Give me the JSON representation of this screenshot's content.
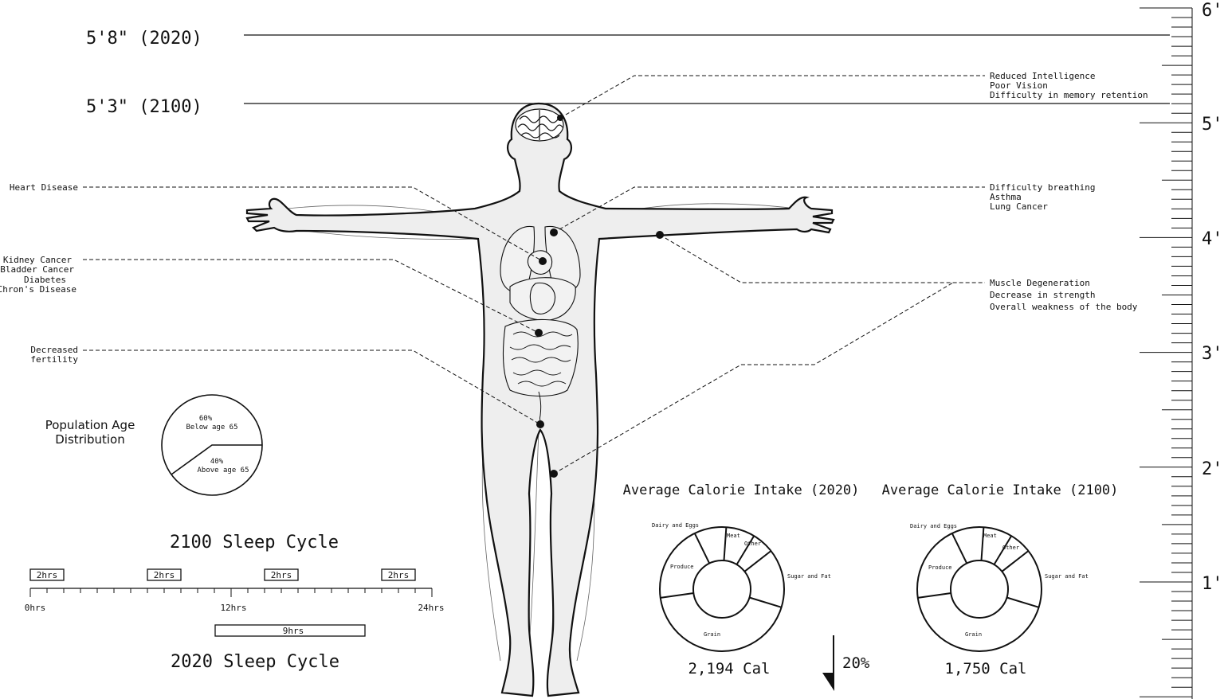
{
  "heights": {
    "h2020": "5'8\" (2020)",
    "h2100": "5'3\" (2100)"
  },
  "ruler": {
    "labels": [
      "6'",
      "5'",
      "4'",
      "3'",
      "2'",
      "1'"
    ]
  },
  "annotations": {
    "brain": [
      "Reduced Intelligence",
      "Poor Vision",
      "Difficulty in memory retention"
    ],
    "lungs": [
      "Difficulty breathing",
      "Asthma",
      "Lung Cancer"
    ],
    "muscle": [
      "Muscle Degeneration",
      "Decrease in strength",
      "Overall weakness of the body"
    ],
    "heart": [
      "Heart Disease"
    ],
    "kidney": [
      "Kidney Cancer",
      "Bladder Cancer",
      "Diabetes",
      "Chron's Disease"
    ],
    "fertility": [
      "Decreased",
      "fertility"
    ]
  },
  "population": {
    "title_line1": "Population Age",
    "title_line2": "Distribution",
    "below_pct": "60%",
    "below_label": "Below age 65",
    "above_pct": "40%",
    "above_label": "Above age 65"
  },
  "sleep": {
    "title_2100": "2100 Sleep Cycle",
    "title_2020": "2020 Sleep Cycle",
    "naps": [
      "2hrs",
      "2hrs",
      "2hrs",
      "2hrs"
    ],
    "axis_labels": [
      "0hrs",
      "12hrs",
      "24hrs"
    ],
    "sleep_2020": "9hrs"
  },
  "calories": {
    "title_2020": "Average Calorie Intake (2020)",
    "title_2100": "Average Calorie Intake (2100)",
    "total_2020": "2,194 Cal",
    "total_2100": "1,750 Cal",
    "change": "20%",
    "segments": [
      "Dairy and Eggs",
      "Meat",
      "Other",
      "Sugar and Fat",
      "Grain",
      "Produce"
    ]
  },
  "chart_data": [
    {
      "type": "pie",
      "title": "Population Age Distribution",
      "categories": [
        "Below age 65",
        "Above age 65"
      ],
      "values": [
        60,
        40
      ]
    }
  ]
}
